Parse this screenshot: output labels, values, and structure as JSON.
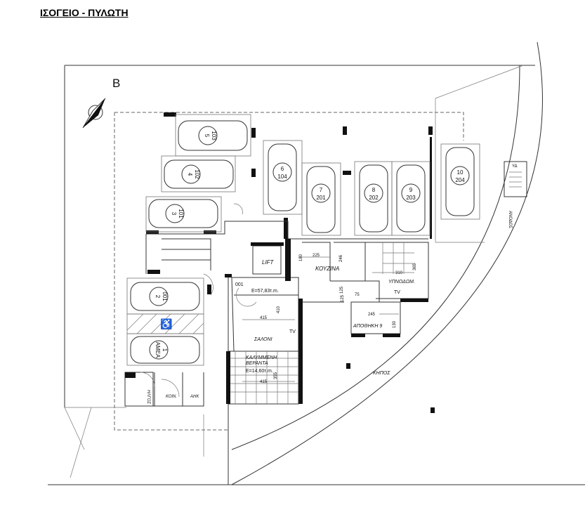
{
  "title": "ΙΣΟΓΕΙΟ - ΠΥΛΩΤΗ",
  "north_label": "B",
  "parking": [
    {
      "num": "5",
      "code": "103"
    },
    {
      "num": "4",
      "code": "102"
    },
    {
      "num": "3",
      "code": "101"
    },
    {
      "num": "2",
      "code": "001"
    },
    {
      "num": "ΑΜΕΑ",
      "code": "1"
    },
    {
      "num": "6",
      "code": "104"
    },
    {
      "num": "7",
      "code": "201"
    },
    {
      "num": "8",
      "code": "202"
    },
    {
      "num": "9",
      "code": "203"
    },
    {
      "num": "10",
      "code": "204"
    }
  ],
  "rooms": {
    "lift": "LIFT",
    "kitchen": "ΚΟΥΖΙΝΑ",
    "bedroom": "ΥΠΝΟΔΩΜ.",
    "storage": "ΑΠΟΘΗΚΗ 9",
    "living": "ΣΑΛΟΝΙ",
    "veranda_1": "ΚΑΛΥΜΜΕΝΗ",
    "veranda_2": "ΒΕΡΑΝΤΑ",
    "veranda_area": "E=14,60τ.m.",
    "apartment": "001",
    "apartment_area": "E=57,83τ.m.",
    "garden": "ΚΗΠΟΣ",
    "common": "ΚΟΙΝ.",
    "anak": "ΑΗΚ",
    "water": "ΗΛΓΟΣ",
    "ramp": "ΑΝΟΔΟΣ",
    "yd": "ΥΔ",
    "tv1": "TV",
    "tv2": "TV"
  },
  "dimensions": {
    "kitchen_w": "225",
    "kitchen_h": "180",
    "bath_h": "246",
    "bath_w": "125",
    "bed_w": "310",
    "bed_h": "365",
    "hall": "125",
    "door": "75",
    "storage_w": "245",
    "storage_h": "130",
    "living_w": "415",
    "living_h": "410",
    "veranda_w": "415",
    "veranda_h": "355"
  }
}
